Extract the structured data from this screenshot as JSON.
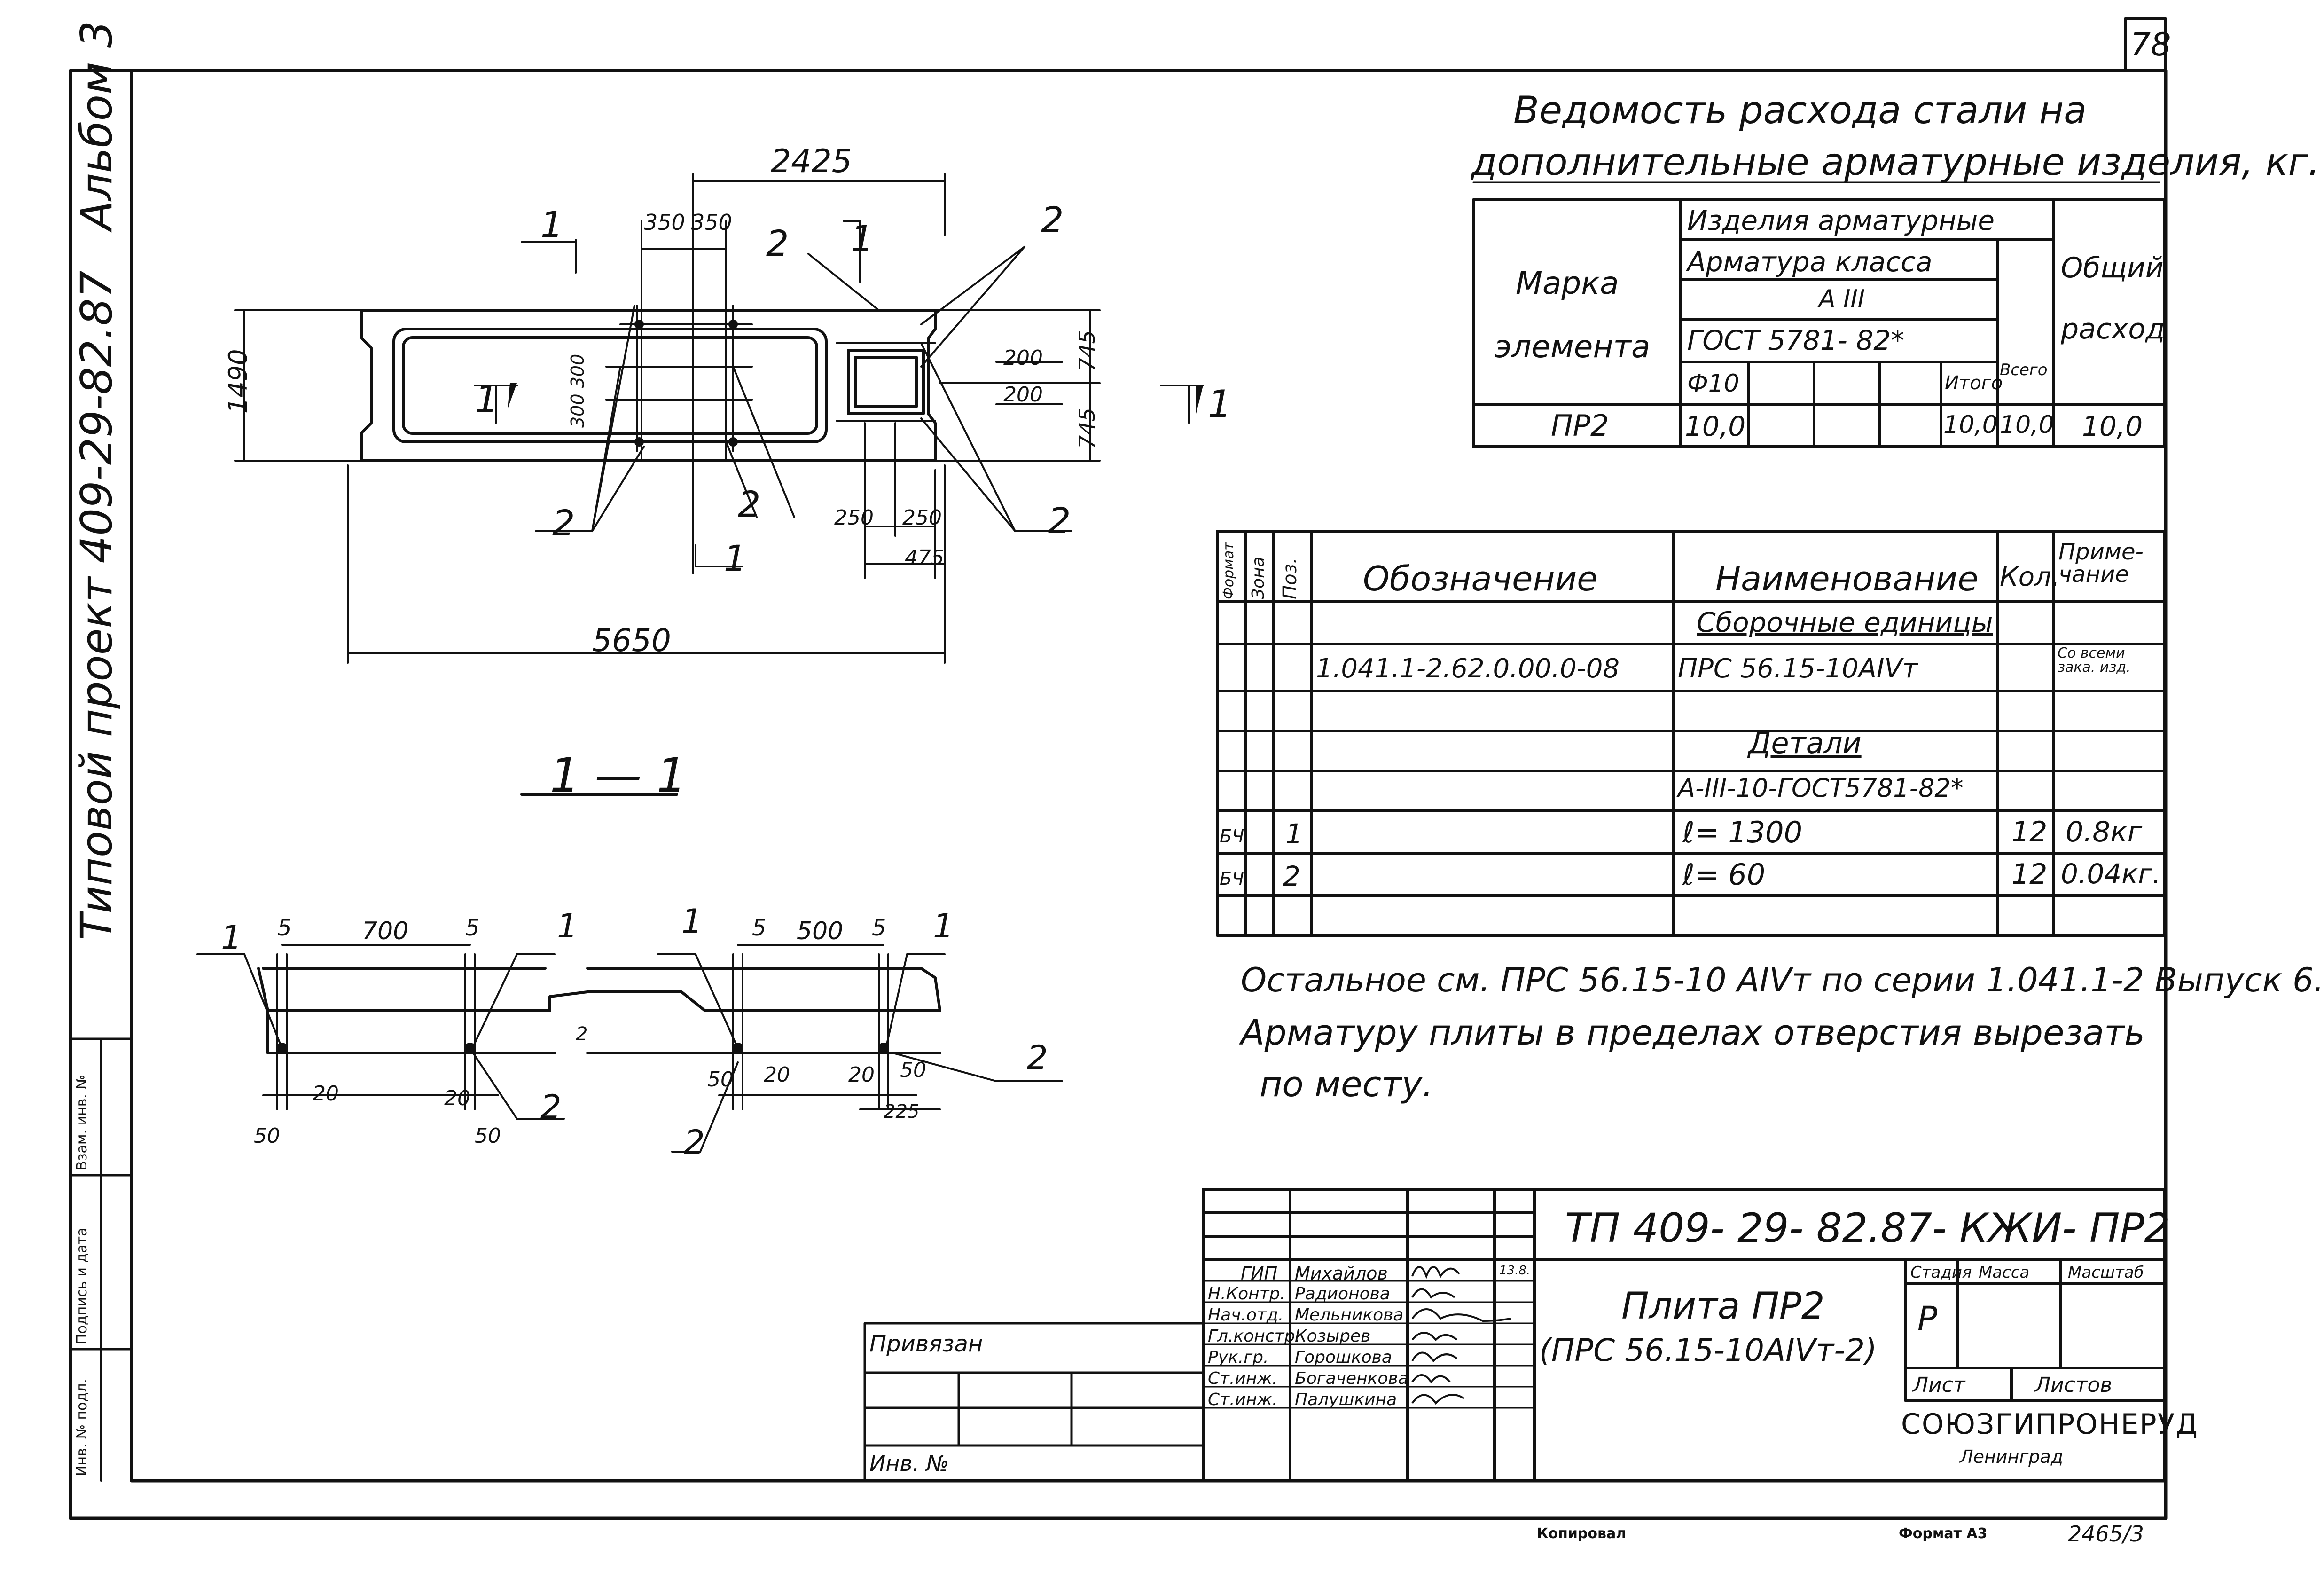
{
  "sheet": {
    "page_number": "78",
    "side_title": "Типовой проект 409-29-82.87",
    "album": "Альбом 3",
    "copied_by": "Копировал",
    "format": "Формат А3",
    "stamp_number": "2465/3"
  },
  "side_stamp": {
    "labels": [
      "Инв. № подл.",
      "Подпись и дата",
      "Взам. инв. №"
    ]
  },
  "steel_table": {
    "title_line1": "Ведомость расхода стали на",
    "title_line2": "дополнительные арматурные изделия, кг.",
    "header_mark_1": "Марка",
    "header_mark_2": "элемента",
    "header_products": "Изделия арматурные",
    "header_steel_class": "Арматура класса",
    "header_class": "А III",
    "header_gost": "ГОСТ 5781- 82*",
    "header_total": "Всего",
    "header_general_1": "Общий",
    "header_general_2": "расход",
    "header_diameter": "Ф10",
    "header_itogo": "Итого",
    "row_mark": "ПР2",
    "row_d10": "10,0",
    "row_itogo": "10,0",
    "row_vsego": "10,0",
    "row_general": "10,0"
  },
  "spec_table": {
    "h_format": "Формат",
    "h_zone": "Зона",
    "h_pos": "Поз.",
    "h_designation": "Обозначение",
    "h_name": "Наименование",
    "h_qty": "Кол.",
    "h_note": "Приме- чание",
    "section_assembly": "Сборочные единицы",
    "row1_designation": "1.041.1-2.62.0.00.0-08",
    "row1_name": "ПРС 56.15-10АIVт",
    "row1_note": "Со всеми зака. изд.",
    "section_details": "Детали",
    "details_spec": "А-III-10-ГОСТ5781-82*",
    "row2_format": "БЧ",
    "row2_pos": "1",
    "row2_name": "ℓ= 1300",
    "row2_qty": "12",
    "row2_note": "0.8кг",
    "row3_format": "БЧ",
    "row3_pos": "2",
    "row3_name": "ℓ= 60",
    "row3_qty": "12",
    "row3_note": "0.04кг."
  },
  "notes": {
    "line1": "Остальное см. ПРС 56.15-10 АIVт по серии 1.041.1-2 Выпуск 6.",
    "line2": "Арматуру плиты в пределах отверстия вырезать",
    "line3": "по месту."
  },
  "plan": {
    "dim_2425": "2425",
    "dim_350a": "350",
    "dim_350b": "350",
    "dim_1490": "1490",
    "dim_300": "300 300",
    "dim_200a": "200",
    "dim_200b": "200",
    "dim_745a": "745",
    "dim_745b": "745",
    "dim_250a": "250",
    "dim_250b": "250",
    "dim_475": "475",
    "dim_5650": "5650",
    "pos1": "1",
    "pos2": "2",
    "cut_mark": "1"
  },
  "section": {
    "title": "1 — 1",
    "d5": "5",
    "d700": "700",
    "d500": "500",
    "d20": "20",
    "d50": "50",
    "d225": "225",
    "d2": "2",
    "pos1": "1",
    "pos2": "2"
  },
  "title_block": {
    "code": "ТП 409- 29- 82.87- КЖИ- ПР2",
    "name_1": "Плита ПР2",
    "name_2": "(ПРС 56.15-10АIVт-2)",
    "stage_h": "Стадия",
    "mass_h": "Масса",
    "scale_h": "Масштаб",
    "stage": "Р",
    "sheet_h": "Лист",
    "sheets_h": "Листов",
    "org": "СОЮЗГИПРОНЕРУД",
    "city": "Ленинград",
    "bound": "Привязан",
    "inv": "Инв. №",
    "date": "13.8.",
    "roles": [
      "ГИП",
      "Н.Контр.",
      "Нач.отд.",
      "Гл.констр.",
      "Рук.гр.",
      "Ст.инж.",
      "Ст.инж."
    ],
    "names": [
      "Михайлов",
      "Радионова",
      "Мельникова",
      "Козырев",
      "Горошкова",
      "Богаченкова",
      "Палушкина"
    ]
  }
}
